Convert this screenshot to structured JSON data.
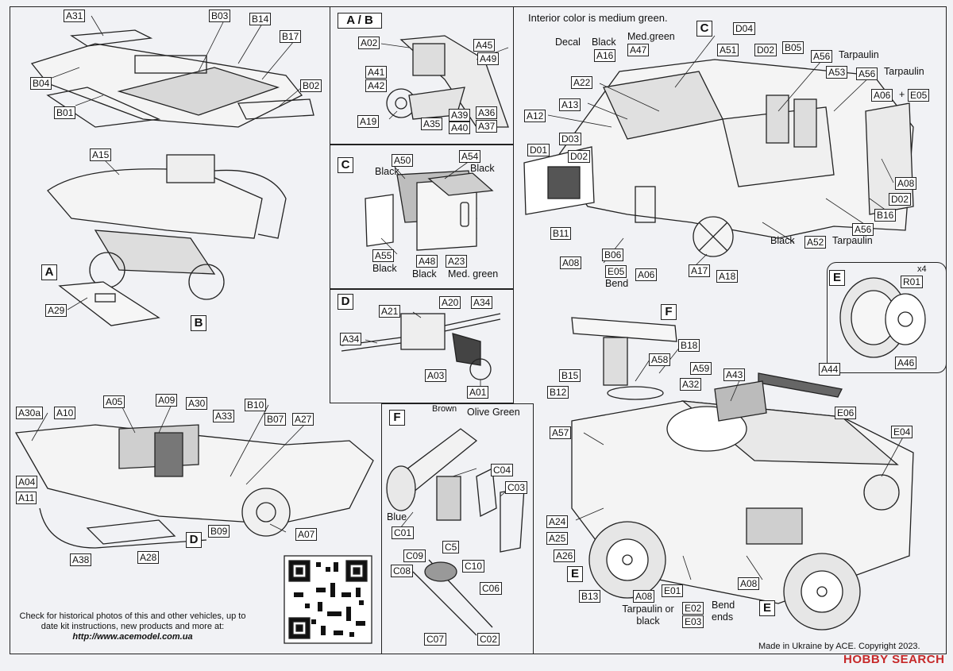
{
  "header": {
    "interior_note": "Interior color is medium green."
  },
  "footer": {
    "check_note": "Check for historical photos of this and  other vehicles, up to date kit instructions, new products and more at:",
    "url": "http://www.acemodel.com.ua",
    "made_in": "Made in Ukraine by ACE. Copyright 2023.",
    "watermark": "HOBBY SEARCH"
  },
  "panels": {
    "ab": "A / B",
    "c_seats": "C",
    "d_gun": "D",
    "f_missile": "F",
    "c_hull": "C",
    "e_wheel": "E",
    "f_main": "F"
  },
  "colors": {
    "black": "Black",
    "med_green": "Med.green",
    "med_green2": "Med. green",
    "tarpaulin": "Tarpaulin",
    "brown": "Brown",
    "olive_green": "Olive Green",
    "blue": "Blue",
    "decal": "Decal",
    "tarpaulin_or_black": "Tarpaulin or black",
    "bend": "Bend",
    "bend_ends": "Bend ends",
    "qty": "x4"
  },
  "callouts": {
    "a31": "A31",
    "b03": "B03",
    "b14": "B14",
    "b17": "B17",
    "b04": "B04",
    "b01": "B01",
    "b02": "B02",
    "a15": "A15",
    "a_sub": "A",
    "b_sub": "B",
    "a29": "A29",
    "a02": "A02",
    "a45": "A45",
    "a49": "A49",
    "a41": "A41",
    "a42": "A42",
    "a19": "A19",
    "a35": "A35",
    "a39": "A39",
    "a40": "A40",
    "a36": "A36",
    "a37": "A37",
    "a50": "A50",
    "a54": "A54",
    "a55": "A55",
    "a48": "A48",
    "a23": "A23",
    "a21": "A21",
    "a20": "A20",
    "a34a": "A34",
    "a34b": "A34",
    "a03": "A03",
    "a01": "A01",
    "a30a": "A30a",
    "a10": "A10",
    "a05": "A05",
    "a09": "A09",
    "a30": "A30",
    "a33": "A33",
    "b10": "B10",
    "b07": "B07",
    "a27": "A27",
    "a04": "A04",
    "a11": "A11",
    "d_sub": "D",
    "b09": "B09",
    "a07": "A07",
    "a38": "A38",
    "a28": "A28",
    "c04": "C04",
    "c03": "C03",
    "c01": "C01",
    "c5": "C5",
    "c09": "C09",
    "c08": "C08",
    "c10": "C10",
    "c06": "C06",
    "c07": "C07",
    "c02": "C02",
    "d04": "D04",
    "a16": "A16",
    "a47": "A47",
    "a51": "A51",
    "d02a": "D02",
    "b05": "B05",
    "a56a": "A56",
    "a53": "A53",
    "a56b": "A56",
    "a22": "A22",
    "a06a": "A06",
    "e05a": "E05",
    "a13": "A13",
    "a12": "A12",
    "d03": "D03",
    "d01": "D01",
    "d02b": "D02",
    "a08a": "A08",
    "d02c": "D02",
    "b16": "B16",
    "a56c": "A56",
    "b11": "B11",
    "a52": "A52",
    "a08b": "A08",
    "b06": "B06",
    "e05b": "E05",
    "a06b": "A06",
    "a17": "A17",
    "a18": "A18",
    "r01": "R01",
    "a46": "A46",
    "b18": "B18",
    "a58": "A58",
    "b15": "B15",
    "b12": "B12",
    "a59": "A59",
    "a43": "A43",
    "a44": "A44",
    "a32": "A32",
    "e06": "E06",
    "e04": "E04",
    "a57": "A57",
    "a24": "A24",
    "a25": "A25",
    "a26": "A26",
    "e_sub1": "E",
    "b13": "B13",
    "a08c": "A08",
    "e01": "E01",
    "e02": "E02",
    "e03": "E03",
    "a08d": "A08",
    "e_sub2": "E"
  }
}
